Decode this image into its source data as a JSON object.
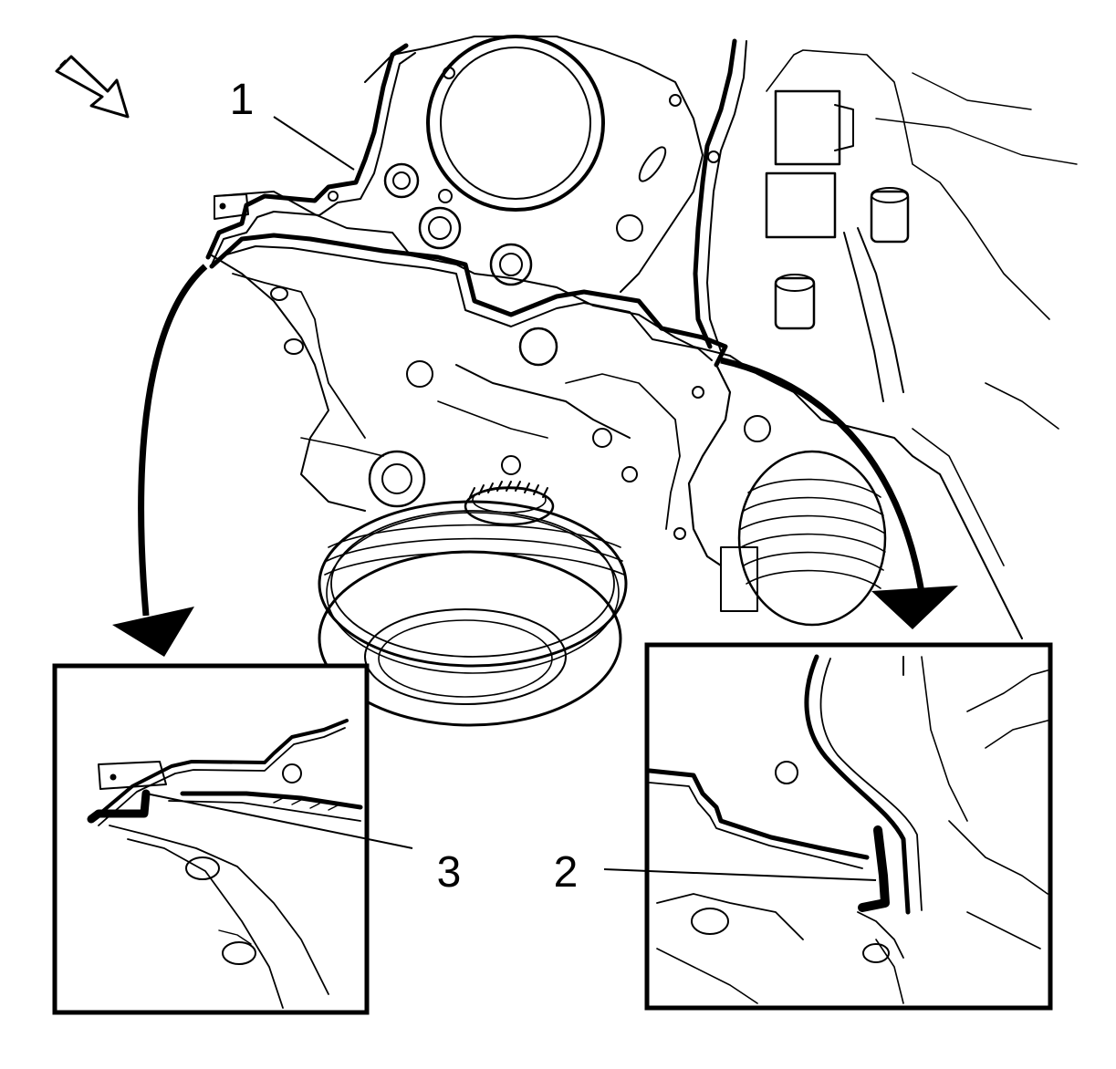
{
  "callouts": {
    "c1": "1",
    "c2": "2",
    "c3": "3"
  },
  "icons": {
    "view_direction": "view-direction-arrow-icon"
  },
  "colors": {
    "line": "#000000",
    "background": "#ffffff"
  }
}
